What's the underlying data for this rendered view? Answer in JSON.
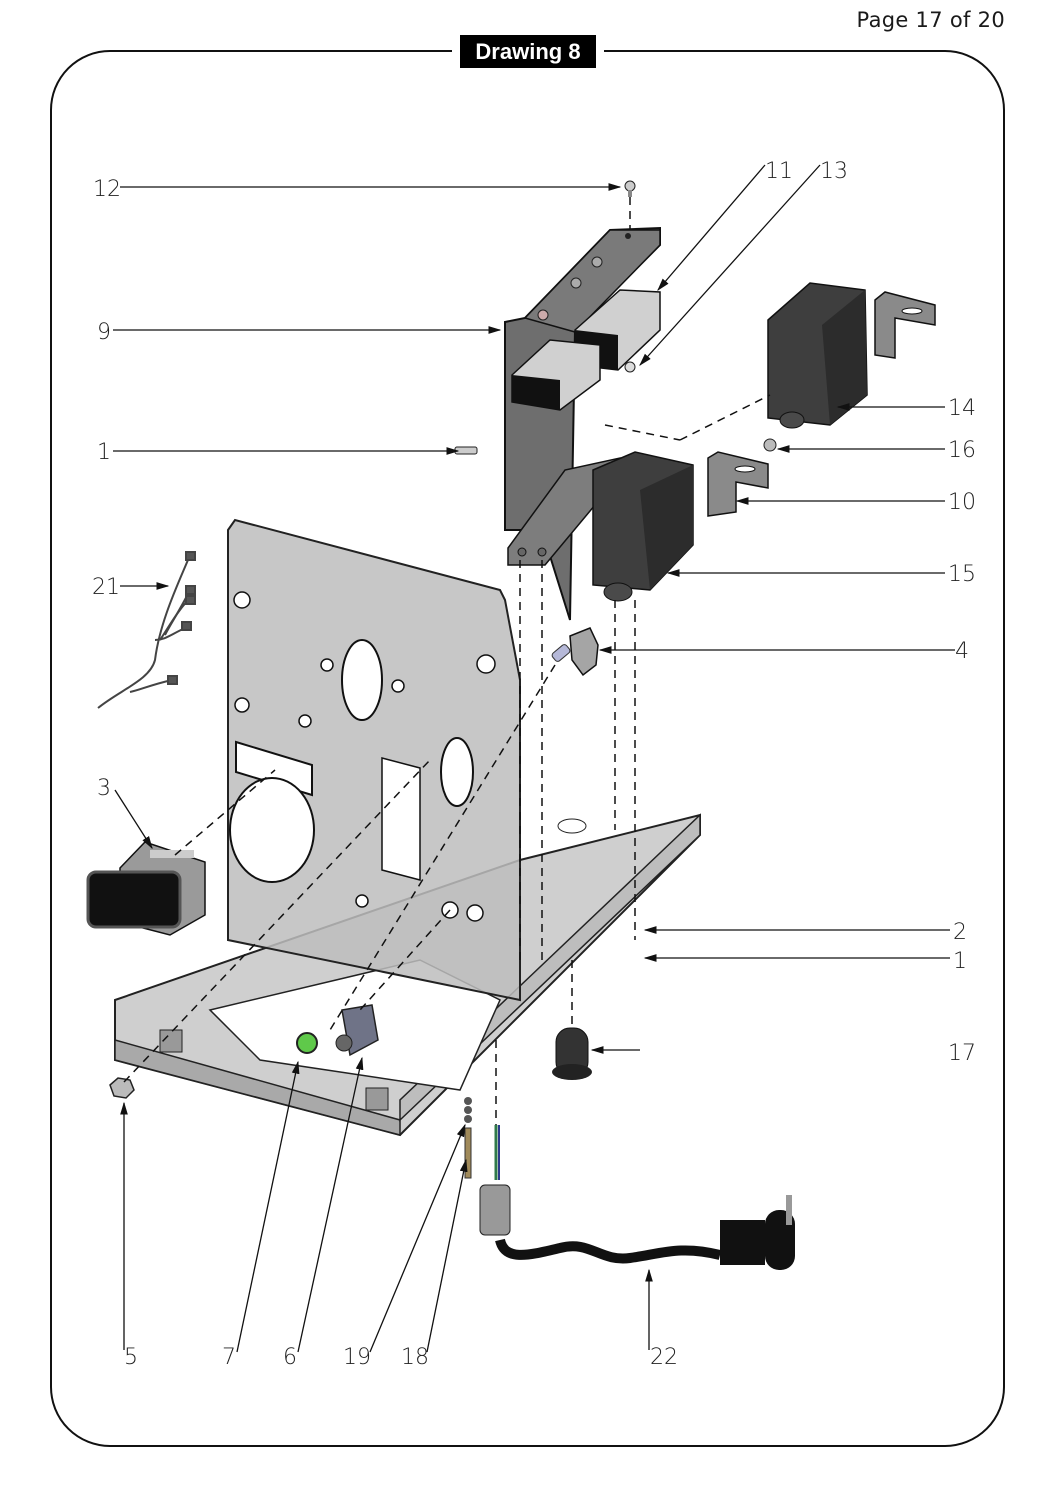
{
  "header": {
    "page_indicator": "Page 17 of 20",
    "drawing_title": "Drawing 8"
  },
  "callouts": [
    {
      "id": "12",
      "label": "12"
    },
    {
      "id": "11",
      "label": "11"
    },
    {
      "id": "13",
      "label": "13"
    },
    {
      "id": "9",
      "label": "9"
    },
    {
      "id": "14",
      "label": "14"
    },
    {
      "id": "1a",
      "label": "1"
    },
    {
      "id": "16",
      "label": "16"
    },
    {
      "id": "10",
      "label": "10"
    },
    {
      "id": "21",
      "label": "21"
    },
    {
      "id": "15",
      "label": "15"
    },
    {
      "id": "4",
      "label": "4"
    },
    {
      "id": "3",
      "label": "3"
    },
    {
      "id": "2",
      "label": "2"
    },
    {
      "id": "1b",
      "label": "1"
    },
    {
      "id": "17",
      "label": "17"
    },
    {
      "id": "5",
      "label": "5"
    },
    {
      "id": "7",
      "label": "7"
    },
    {
      "id": "6",
      "label": "6"
    },
    {
      "id": "19",
      "label": "19"
    },
    {
      "id": "18",
      "label": "18"
    },
    {
      "id": "22",
      "label": "22"
    }
  ],
  "colors": {
    "frame": "#111111",
    "title_bg": "#000000",
    "title_text": "#ffffff",
    "sheet_metal": "#b9b9b9",
    "dark_part": "#3a3a3a",
    "green_lamp": "#5fc94a"
  }
}
